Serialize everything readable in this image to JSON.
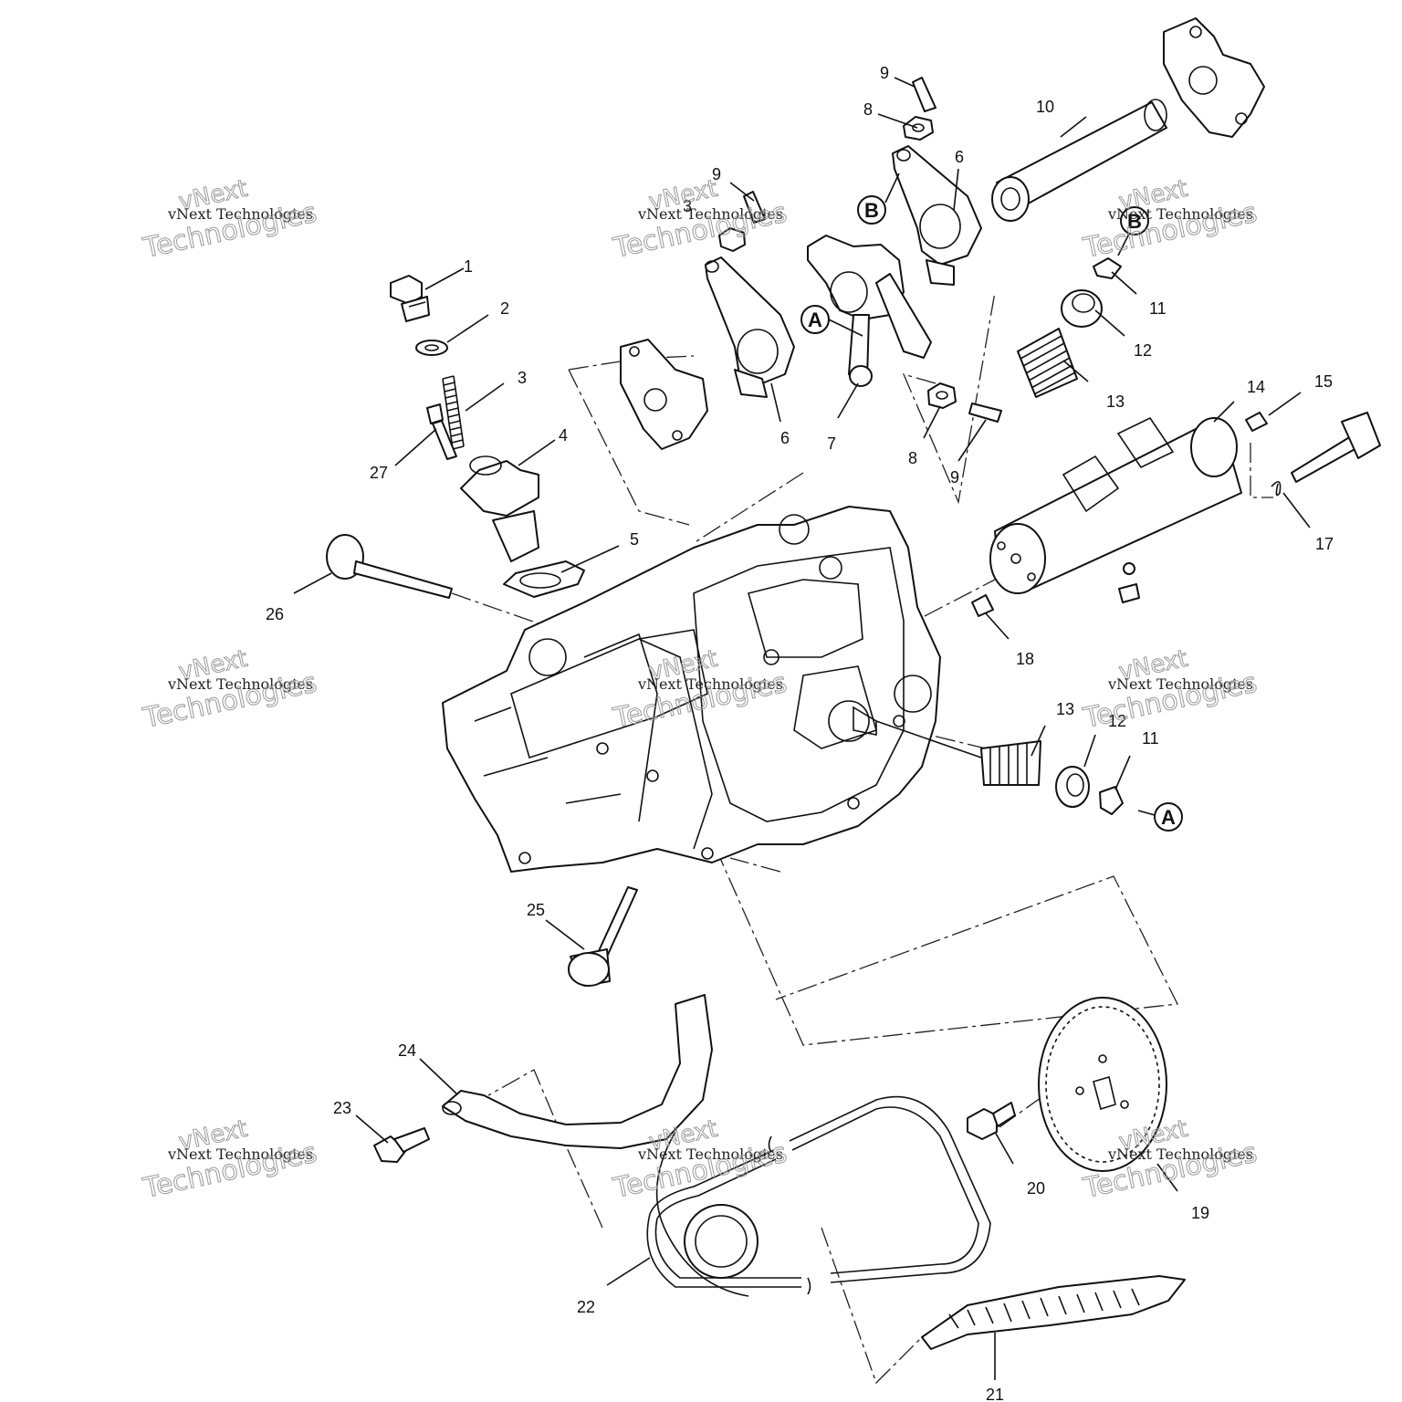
{
  "diagram": {
    "callouts": [
      "1",
      "2",
      "3",
      "4",
      "5",
      "6",
      "6",
      "7",
      "8",
      "8",
      "9",
      "9",
      "9",
      "10",
      "11",
      "11",
      "12",
      "12",
      "13",
      "13",
      "14",
      "15",
      "17",
      "18",
      "19",
      "20",
      "21",
      "22",
      "23",
      "24",
      "25",
      "26",
      "27",
      "3"
    ],
    "reference_markers": [
      "A",
      "A",
      "B",
      "B"
    ],
    "watermark": {
      "line0": "vNext",
      "line1": "vNext Technologies",
      "line2": "Technologies"
    },
    "parts": [
      "bolt-1",
      "washer-2",
      "spring-3",
      "tensioner-body-4",
      "gasket-5",
      "rocker-arm-6",
      "rocker-arm-7",
      "nut-8",
      "adjuster-screw-9",
      "rocker-shaft-10",
      "valve-keeper-11",
      "spring-retainer-12",
      "valve-spring-13",
      "camshaft-14",
      "pin-15",
      "cam-follower-17",
      "dowel-18",
      "cam-sprocket-19",
      "sprocket-bolt-20",
      "chain-guide-21",
      "cam-chain-22",
      "guide-bolt-23",
      "chain-tensioner-blade-24",
      "intake-valve-25",
      "exhaust-valve-26",
      "tensioner-bolt-27",
      "cylinder-head"
    ]
  }
}
